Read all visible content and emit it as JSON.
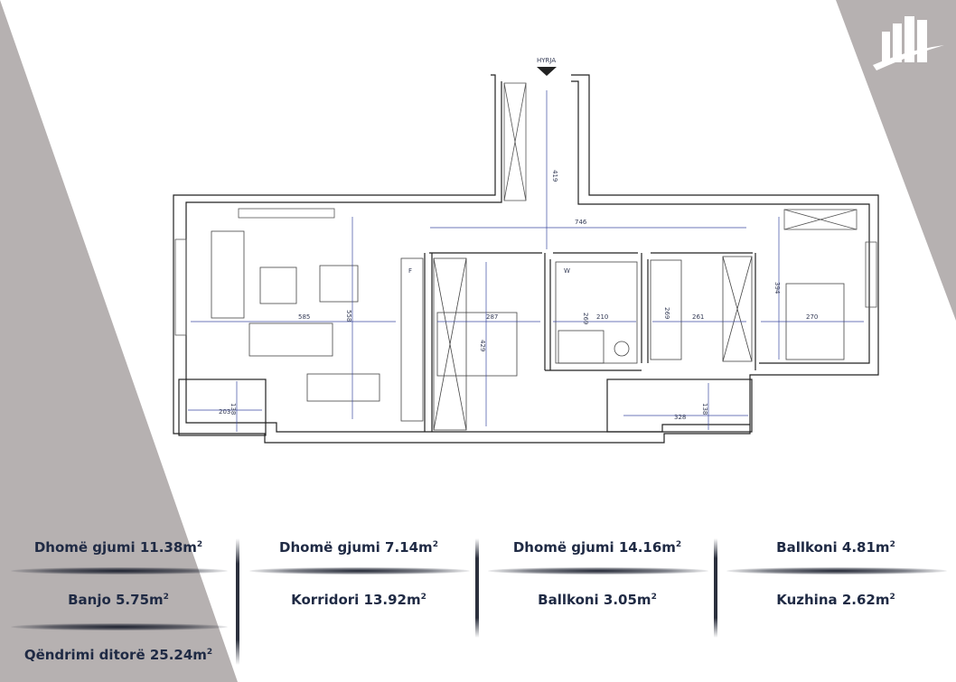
{
  "entrance_label": "HYRJA",
  "brand": {
    "logo_icon": "building-logo-icon",
    "colors": {
      "gray": "#b6b1b1",
      "text": "#1f2a44",
      "dim_line": "#3d4aa0",
      "wall": "#222222"
    }
  },
  "dimensions": {
    "entry_corridor": "419",
    "corridor_width": "746",
    "living_width": "585",
    "living_height": "558",
    "bedroom1_width": "287",
    "bedroom1_height": "429",
    "bath_height": "269",
    "bath_width": "210",
    "bedroom2_height": "269",
    "bedroom2_width": "261",
    "bedroom3_height": "394",
    "bedroom3_width": "270",
    "balcony1_width": "203",
    "balcony1_height": "138",
    "balcony2_width": "328",
    "balcony2_height": "138"
  },
  "fridge_label": "F",
  "washer_label": "W",
  "areas": [
    [
      {
        "name": "Dhomë gjumi 11.38m",
        "sup": "2"
      },
      {
        "name": "Banjo 5.75m",
        "sup": "2"
      },
      {
        "name": "Qëndrimi ditorë 25.24m",
        "sup": "2"
      }
    ],
    [
      {
        "name": "Dhomë gjumi 7.14m",
        "sup": "2"
      },
      {
        "name": "Korridori 13.92m",
        "sup": "2"
      }
    ],
    [
      {
        "name": "Dhomë gjumi 14.16m",
        "sup": "2"
      },
      {
        "name": "Ballkoni 3.05m",
        "sup": "2"
      }
    ],
    [
      {
        "name": "Ballkoni 4.81m",
        "sup": "2"
      },
      {
        "name": "Kuzhina 2.62m",
        "sup": "2"
      }
    ]
  ]
}
